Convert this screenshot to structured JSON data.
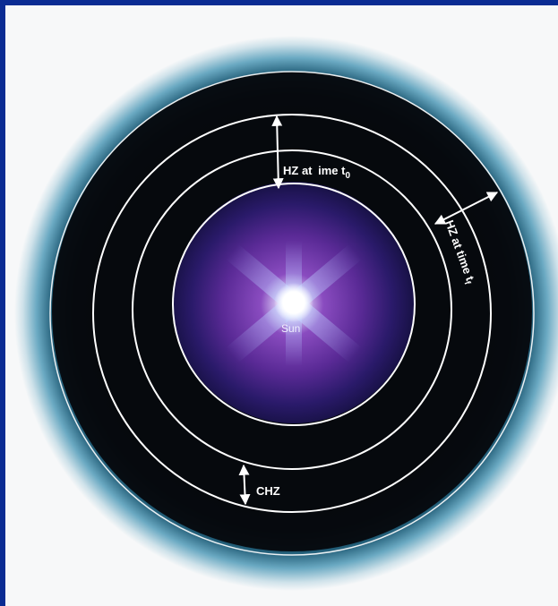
{
  "diagram": {
    "labels": {
      "hz_t0_prefix": "HZ at ",
      "hz_t0_main": "ime t",
      "hz_t0_sub": "0",
      "hz_tf_main": "HZ at time t",
      "hz_tf_sub": "f",
      "sun": "Sun",
      "chz": "CHZ"
    }
  },
  "colors": {
    "frame": "#0b2c93",
    "background": "#f7f8f9",
    "zone_dark": "#05070c",
    "halo": "#3b8aa5",
    "inner_glow": "#7a2a9a",
    "ring_line": "#ffffff"
  }
}
